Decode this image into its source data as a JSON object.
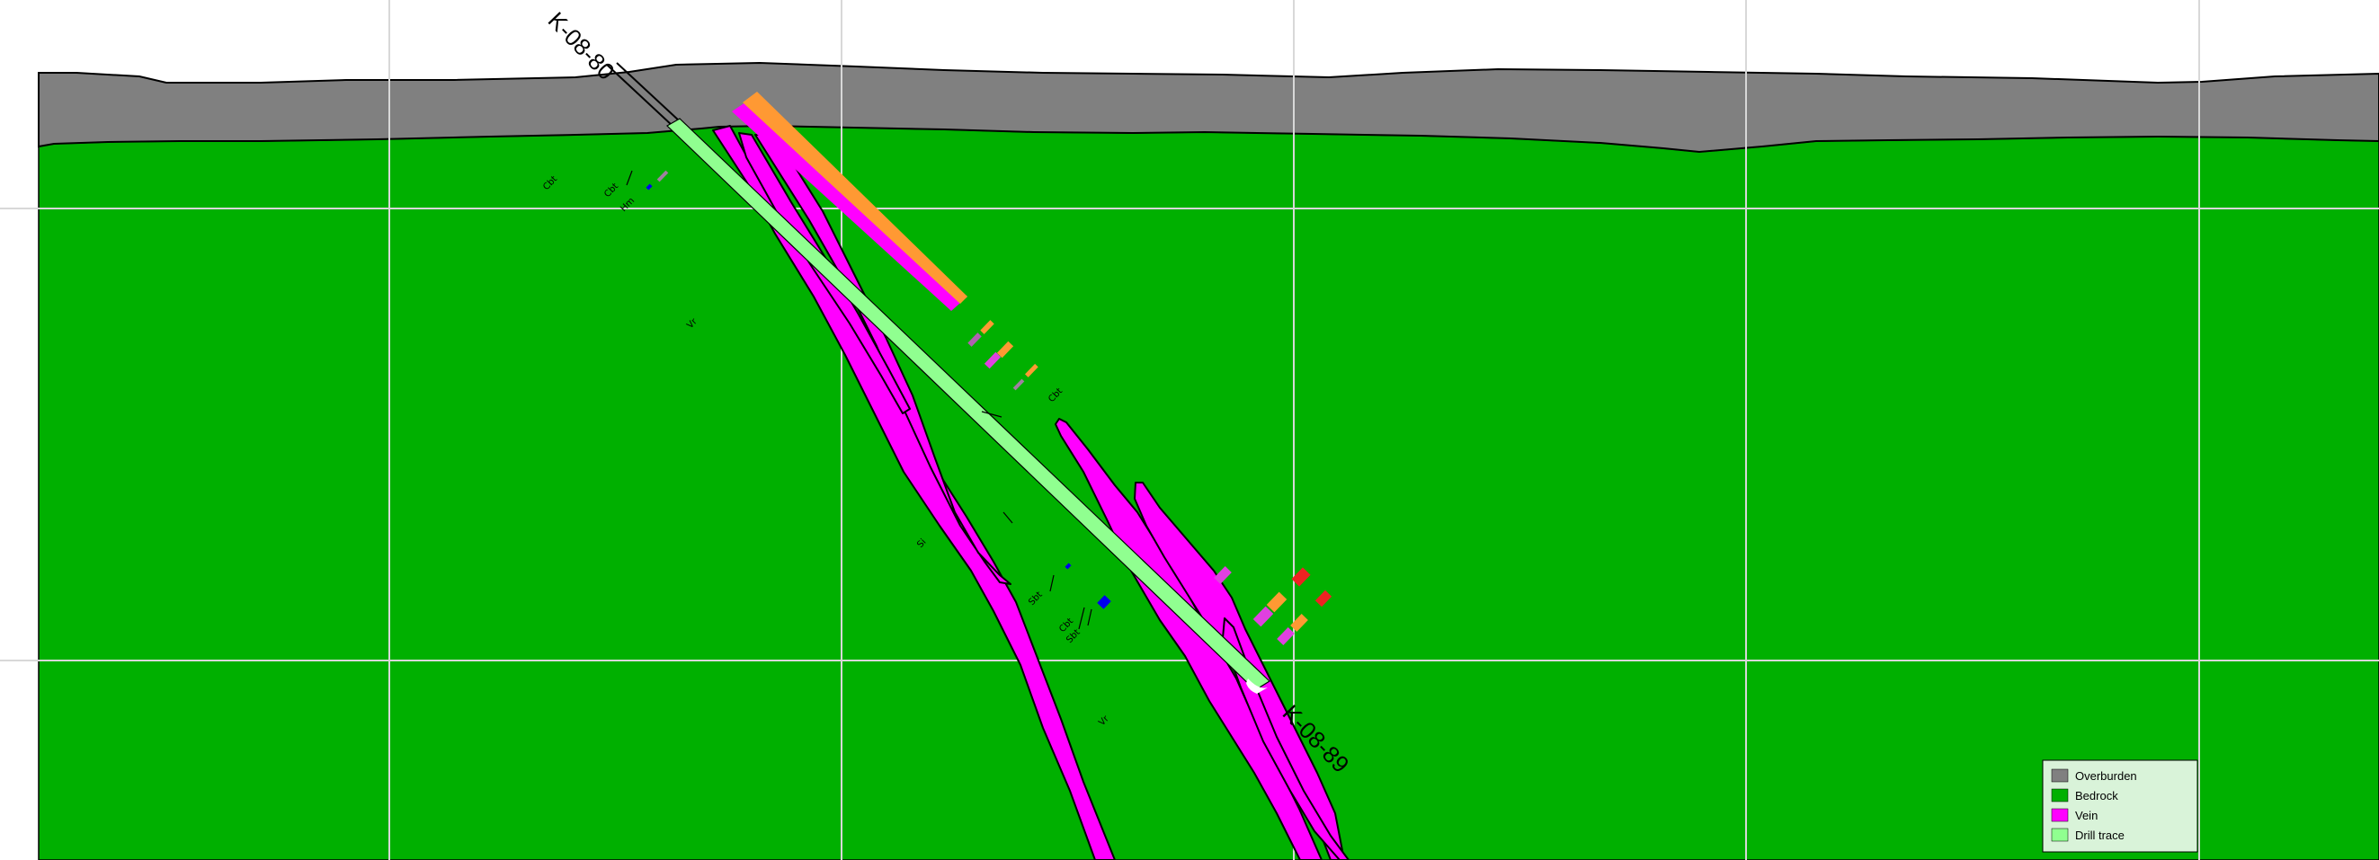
{
  "view": {
    "title": "",
    "colors": {
      "background": "#ffffff",
      "grid": "#d8d8d8",
      "overburden": "#808080",
      "bedrock": "#00b000",
      "vein": "#ff00ff",
      "drillhole_trace": "#90ff90",
      "assay_orange": "#ff9933",
      "assay_magenta": "#e040e0",
      "assay_red": "#ee2222",
      "assay_blue": "#0000ee",
      "assay_grey": "#a080a0"
    }
  },
  "drillholes": [
    {
      "id": "K-08-80"
    },
    {
      "id": "K-08-89"
    }
  ],
  "geology_codes": [
    {
      "text": "Cbt"
    },
    {
      "text": "Cbt"
    },
    {
      "text": "Hm"
    },
    {
      "text": "Vr"
    },
    {
      "text": "Cbt"
    },
    {
      "text": "Si"
    },
    {
      "text": "Sbt"
    },
    {
      "text": "Cbt"
    },
    {
      "text": "Sbt"
    },
    {
      "text": "Vr"
    }
  ],
  "units": [
    {
      "name": "Overburden",
      "color": "#808080"
    },
    {
      "name": "Bedrock",
      "color": "#00b000"
    },
    {
      "name": "Vein",
      "color": "#ff00ff"
    },
    {
      "name": "Drill trace",
      "color": "#90ff90"
    }
  ]
}
